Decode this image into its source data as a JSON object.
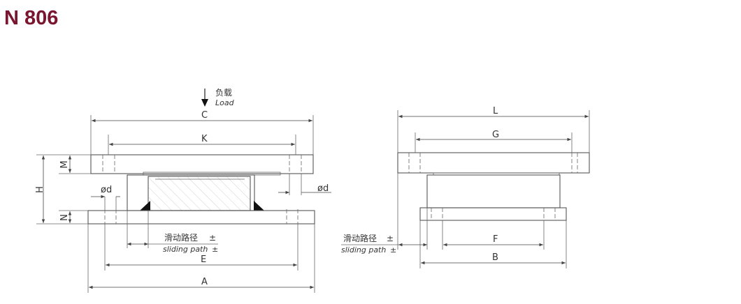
{
  "title": "N 806",
  "colors": {
    "title": "#7a1630",
    "line": "#555555",
    "fill_dark": "#111111"
  },
  "load": {
    "label_cn": "负载",
    "label_en": "Load"
  },
  "sliding_path": {
    "label_cn": "滑动路径",
    "label_en": "sliding path",
    "sign": "±"
  },
  "dims_left": {
    "C": "C",
    "K": "K",
    "M": "M",
    "H": "H",
    "N": "N",
    "d_left": "ød",
    "d_right": "ød",
    "E": "E",
    "A": "A"
  },
  "dims_right": {
    "L": "L",
    "G": "G",
    "F": "F",
    "B": "B"
  }
}
